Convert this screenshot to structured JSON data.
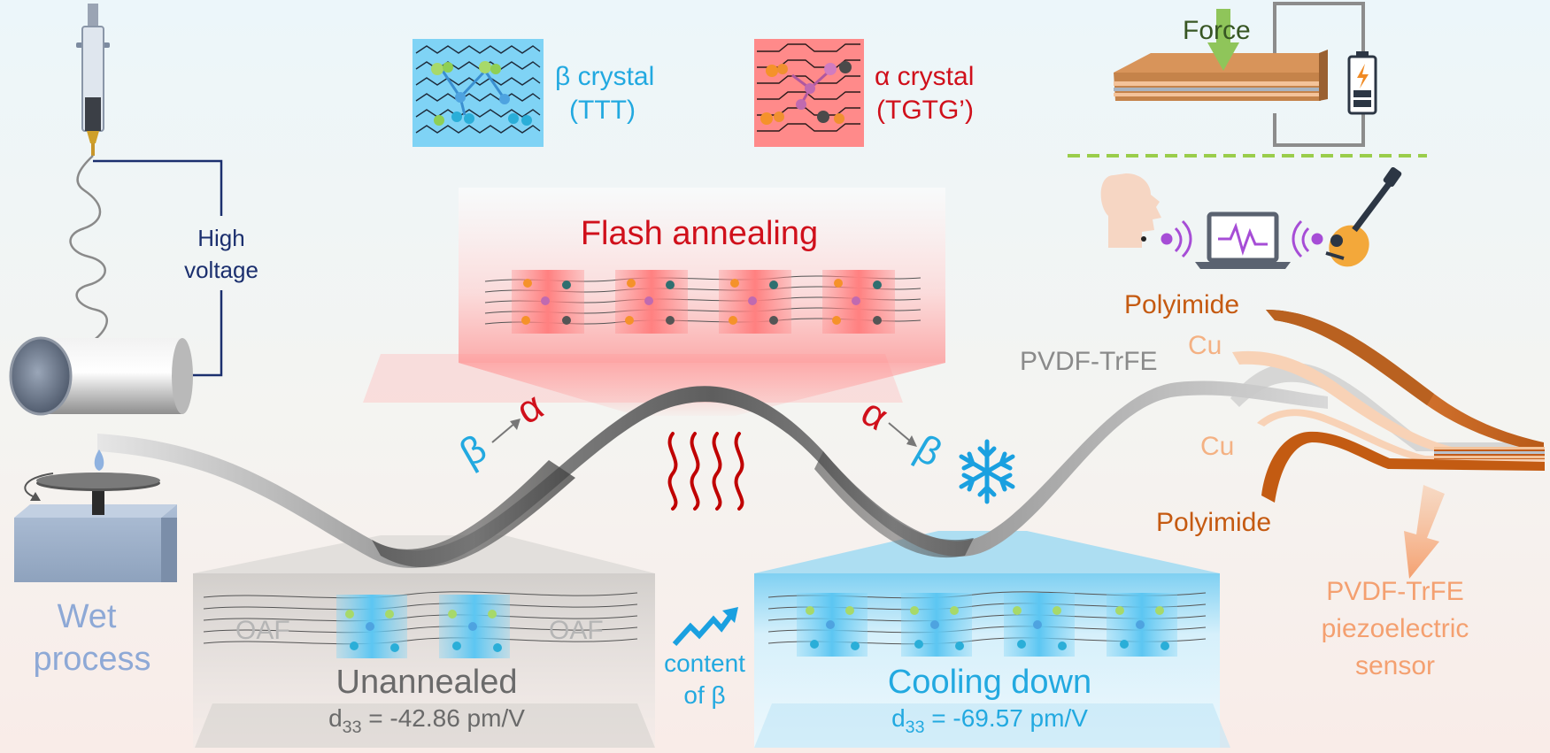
{
  "legend": {
    "beta": {
      "name": "β crystal",
      "conf": "(TTT)"
    },
    "alpha": {
      "name": "α crystal",
      "conf": "(TGTG’)"
    }
  },
  "left": {
    "high_voltage": {
      "line1": "High",
      "line2": "voltage"
    },
    "wet_process": {
      "line1": "Wet",
      "line2": "process"
    }
  },
  "flash": {
    "title": "Flash annealing"
  },
  "transitions": {
    "b_to_a": {
      "from": "β",
      "to": "α"
    },
    "a_to_b": {
      "from": "α",
      "to": "β"
    }
  },
  "unannealed": {
    "oaf_left": "OAF",
    "oaf_right": "OAF",
    "title": "Unannealed",
    "d33_sym": "d",
    "d33_sub": "33",
    "d33_val": " = -42.86 pm/V"
  },
  "content_beta": {
    "line1": "content",
    "line2": "of β"
  },
  "cooling": {
    "title": "Cooling down",
    "d33_sym": "d",
    "d33_sub": "33",
    "d33_val": " = -69.57 pm/V"
  },
  "sensor": {
    "force": "Force",
    "polyimide_top": "Polyimide",
    "cu_top": "Cu",
    "pvdf": "PVDF-TrFE",
    "cu_bottom": "Cu",
    "polyimide_bottom": "Polyimide",
    "result": {
      "line1": "PVDF-TrFE",
      "line2": "piezoelectric",
      "line3": "sensor"
    }
  },
  "colors": {
    "beta": "#22a9e0",
    "alpha": "#d0101b",
    "navy": "#1b2f6e",
    "wet": "#8ea9d6",
    "gray_text": "#6a6a6a",
    "orange": "#c55a11",
    "cu": "#f4b183",
    "sensor_out": "#f4a070",
    "force": "#375623",
    "green_dash": "#9acd4b",
    "purple": "#a64dd6"
  }
}
